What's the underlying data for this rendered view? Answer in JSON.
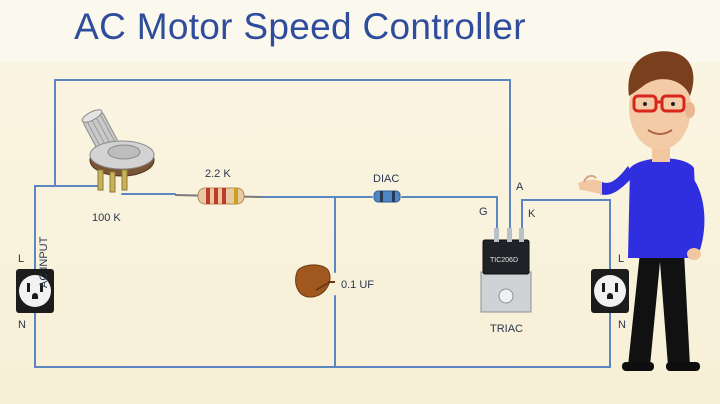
{
  "title": "AC Motor Speed Controller",
  "labels": {
    "potentiometer": "100 K",
    "resistor": "2.2 K",
    "diac": "DIAC",
    "capacitor": "0.1 UF",
    "triac_gate": "G",
    "triac_anode": "A",
    "triac_cathode": "K",
    "triac_part": "TIC206D",
    "triac": "TRIAC",
    "ac_input": "AC INPUT",
    "left_line": "L",
    "left_neutral": "N",
    "right_line": "L",
    "right_neutral": "N"
  },
  "colors": {
    "wire": "#5b86c2",
    "title": "#2f4d9c",
    "background": "#fbf6e4"
  }
}
